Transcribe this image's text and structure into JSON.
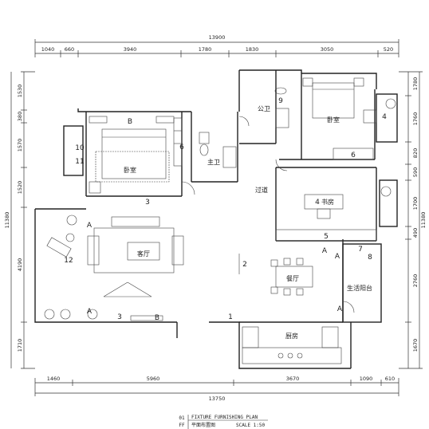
{
  "dims": {
    "top_total": "13900",
    "top": [
      "1040",
      "660",
      "3940",
      "1780",
      "1830",
      "3050",
      "520"
    ],
    "bottom": [
      "1460",
      "5960",
      "3670",
      "1090",
      "610"
    ],
    "bottom_total": "13750",
    "left_total": "11380",
    "left": [
      "1530",
      "380",
      "1570",
      "1520",
      "4190",
      "1710"
    ],
    "right_total": "11380",
    "right": [
      "1780",
      "1760",
      "820",
      "590",
      "1700",
      "490",
      "2760",
      "1670"
    ]
  },
  "rooms": {
    "master_bedroom": "卧室",
    "bedroom": "卧室",
    "study": "书房",
    "living": "客厅",
    "dining": "餐厅",
    "kitchen": "厨房",
    "master_bath": "主卫",
    "public_bath": "公卫",
    "corridor": "过道",
    "balcony": "生活阳台"
  },
  "markers": {
    "b_top": "B",
    "n6_left": "6",
    "n10": "10",
    "n11": "11",
    "n3_bed": "3",
    "a_living_top": "A",
    "n12": "12",
    "a_living_bot": "A",
    "n3_living": "3",
    "b_living": "B",
    "n2": "2",
    "n1": "1",
    "n9": "9",
    "n4_bed": "4",
    "n6_bed": "6",
    "n4_study": "4",
    "n5": "5",
    "a_din1": "A",
    "a_din2": "A",
    "n7": "7",
    "n8": "8",
    "a_bal": "A"
  },
  "title": {
    "num": "01",
    "sub": "FF",
    "main": "FIXTURE FURNISHING PLAN",
    "cn": "平面布置图",
    "scale": "SCALE 1:50"
  }
}
